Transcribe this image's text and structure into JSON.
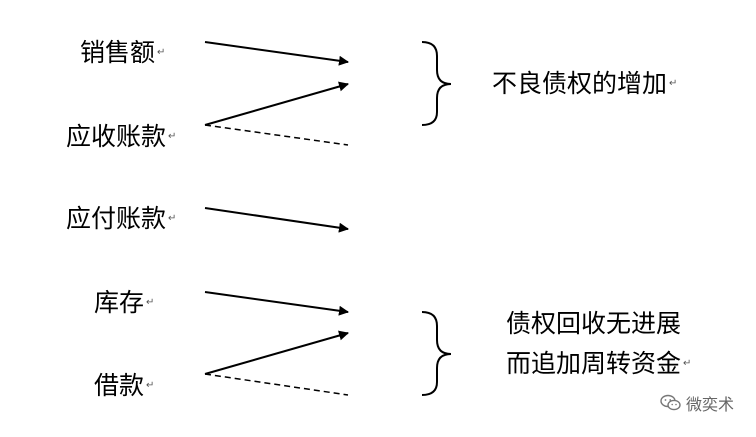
{
  "nodes": {
    "sales": "销售额",
    "receivables": "应收账款",
    "payables": "应付账款",
    "inventory": "库存",
    "loans": "借款"
  },
  "results": {
    "bad_debt_increase": "不良债权的增加",
    "no_progress_line1": "债权回收无进展",
    "no_progress_line2": "而追加周转资金"
  },
  "return_mark": "↵",
  "watermark": {
    "text": "微奕术",
    "icon": "wechat-icon"
  },
  "colors": {
    "ink": "#000000",
    "watermark": "#666666"
  }
}
